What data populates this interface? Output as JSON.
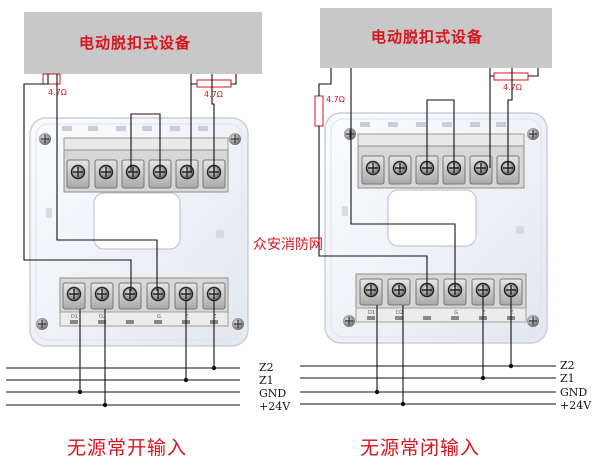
{
  "left": {
    "device_label": "电动脱扣式设备",
    "resistor_left_label": "4.7Ω",
    "resistor_right_label": "4.7Ω",
    "caption": "无源常开输入"
  },
  "right": {
    "device_label": "电动脱扣式设备",
    "resistor_left_label": "4.7Ω",
    "resistor_right_label": "4.7Ω",
    "caption": "无源常闭输入"
  },
  "watermark": "众安消防网",
  "bus_labels": [
    "Z2",
    "Z1",
    "GND",
    "+24V"
  ],
  "terminal_marks": [
    "D1",
    "D2",
    "",
    "G",
    "Z",
    "Z"
  ],
  "colors": {
    "device_box": "#c8c8c8",
    "label_red": "#d4141e",
    "resistor_red": "#d4141e",
    "wire": "#111111"
  }
}
